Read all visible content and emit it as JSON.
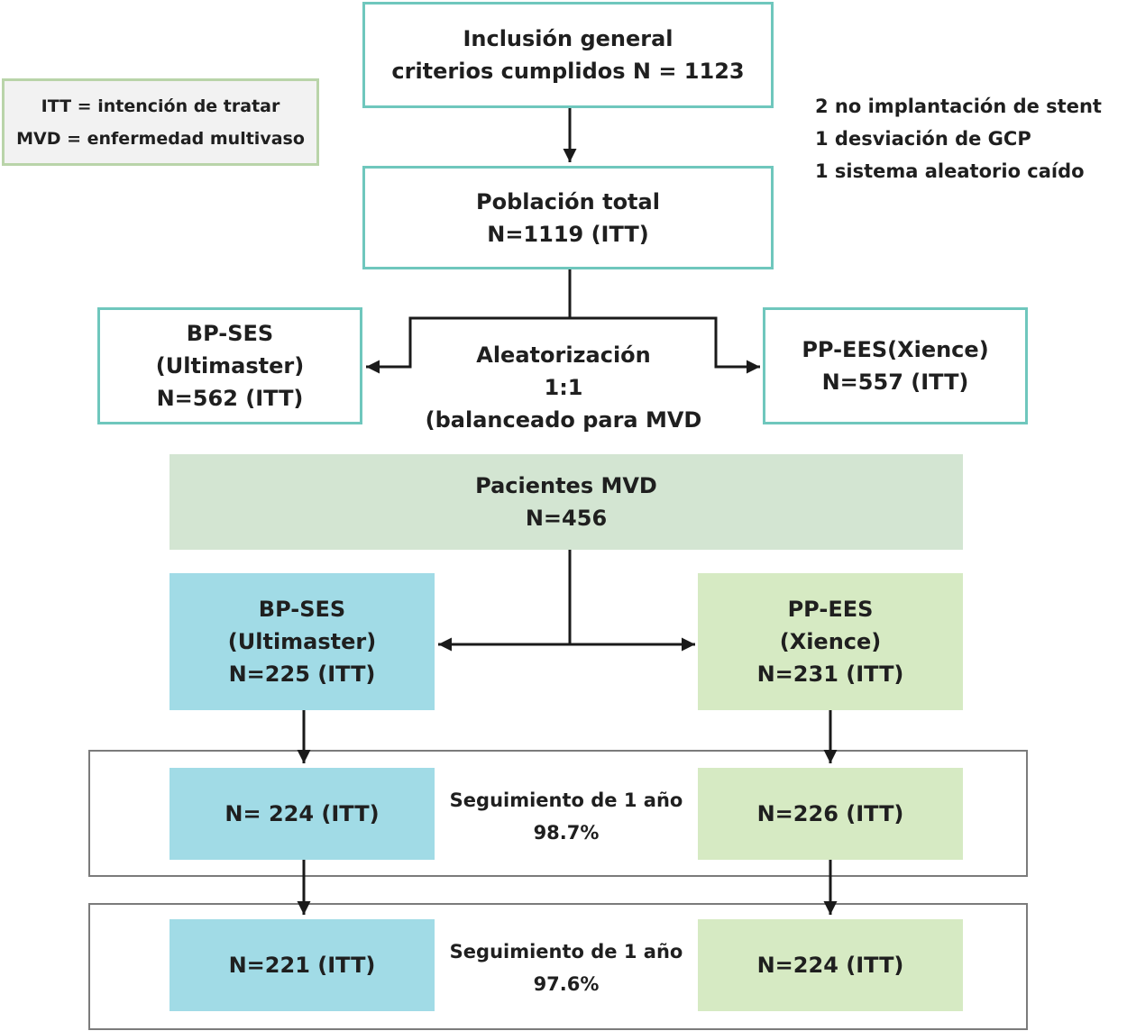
{
  "legend": {
    "itt": "ITT = intención de tratar",
    "mvd": "MVD = enfermedad multivaso"
  },
  "inclusion": {
    "line1": "Inclusión general",
    "line2": "criterios cumplidos N = 1123"
  },
  "exclusions": [
    "2 no implantación de stent",
    "1 desviación de GCP",
    "1 sistema aleatorio caído"
  ],
  "population": {
    "line1": "Población total",
    "line2": "N=1119 (ITT)"
  },
  "randomization": {
    "line1": "Aleatorización",
    "line2": "1:1",
    "line3": "(balanceado para MVD"
  },
  "arm_bp": {
    "line1": "BP-SES",
    "line2": "(Ultimaster)",
    "line3": "N=562 (ITT)"
  },
  "arm_pp": {
    "line1": "PP-EES(Xience)",
    "line2": "N=557 (ITT)"
  },
  "mvd_patients": {
    "line1": "Pacientes MVD",
    "line2": "N=456"
  },
  "mvd_bp": {
    "line1": "BP-SES",
    "line2": "(Ultimaster)",
    "line3": "N=225 (ITT)"
  },
  "mvd_pp": {
    "line1": "PP-EES",
    "line2": "(Xience)",
    "line3": "N=231 (ITT)"
  },
  "followup1": {
    "left": "N= 224 (ITT)",
    "right": "N=226 (ITT)",
    "label": "Seguimiento de 1 año",
    "pct": "98.7%"
  },
  "followup2": {
    "left": "N=221 (ITT)",
    "right": "N=224 (ITT)",
    "label": "Seguimiento de 1 año",
    "pct": "97.6%"
  },
  "colors": {
    "teal_border": "#6fc7bd",
    "legend_border": "#b9d4a9",
    "mvd_fill": "#d3e5d2",
    "bp_fill": "#a1dbe6",
    "pp_fill": "#d6eac3"
  }
}
